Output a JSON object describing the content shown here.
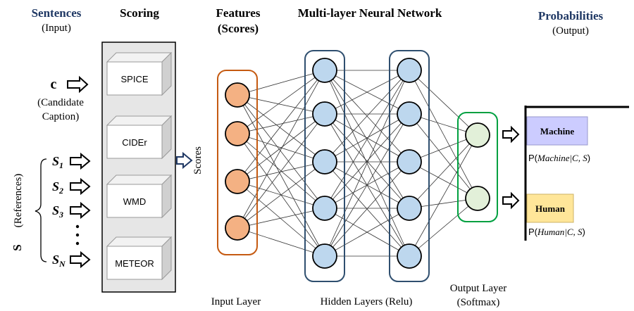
{
  "headers": {
    "sentences": "Sentences",
    "sentences_sub": "(Input)",
    "scoring": "Scoring",
    "features": "Features",
    "features_sub": "(Scores)",
    "network": "Multi-layer Neural Network",
    "probabilities": "Probabilities",
    "probabilities_sub": "(Output)"
  },
  "input": {
    "candidate_symbol": "c",
    "candidate_label_line1": "(Candidate",
    "candidate_label_line2": "Caption)",
    "references_symbol": "S",
    "references_label": "(References)",
    "references": [
      {
        "letter": "S",
        "subscript": "1"
      },
      {
        "letter": "S",
        "subscript": "2"
      },
      {
        "letter": "S",
        "subscript": "3"
      },
      {
        "letter": "S",
        "subscript": "N"
      }
    ],
    "ellipsis": "·\n·\n·"
  },
  "metrics": [
    "SPICE",
    "CIDEr",
    "WMD",
    "METEOR"
  ],
  "scores_label": "Scores",
  "layers": {
    "input_layer": "Input Layer",
    "hidden_layers": "Hidden Layers (Relu)",
    "output_layer_line1": "Output Layer",
    "output_layer_line2": "(Softmax)"
  },
  "outputs": [
    {
      "label": "Machine",
      "prob_prefix": "P(",
      "prob_expr": "Machine|C, S",
      "prob_suffix": ")",
      "color": "#ccccff"
    },
    {
      "label": "Human",
      "prob_prefix": "P(",
      "prob_expr": "Human|C, S",
      "prob_suffix": ")",
      "color": "#ffe699"
    }
  ],
  "colors": {
    "input_nodes": "#f4b183",
    "input_frame": "#c55a11",
    "hidden_nodes": "#bdd7ee",
    "hidden_frame": "#2f4f6f",
    "output_nodes": "#e2f0d9",
    "output_frame": "#00a040",
    "navy": "#1f3864"
  }
}
